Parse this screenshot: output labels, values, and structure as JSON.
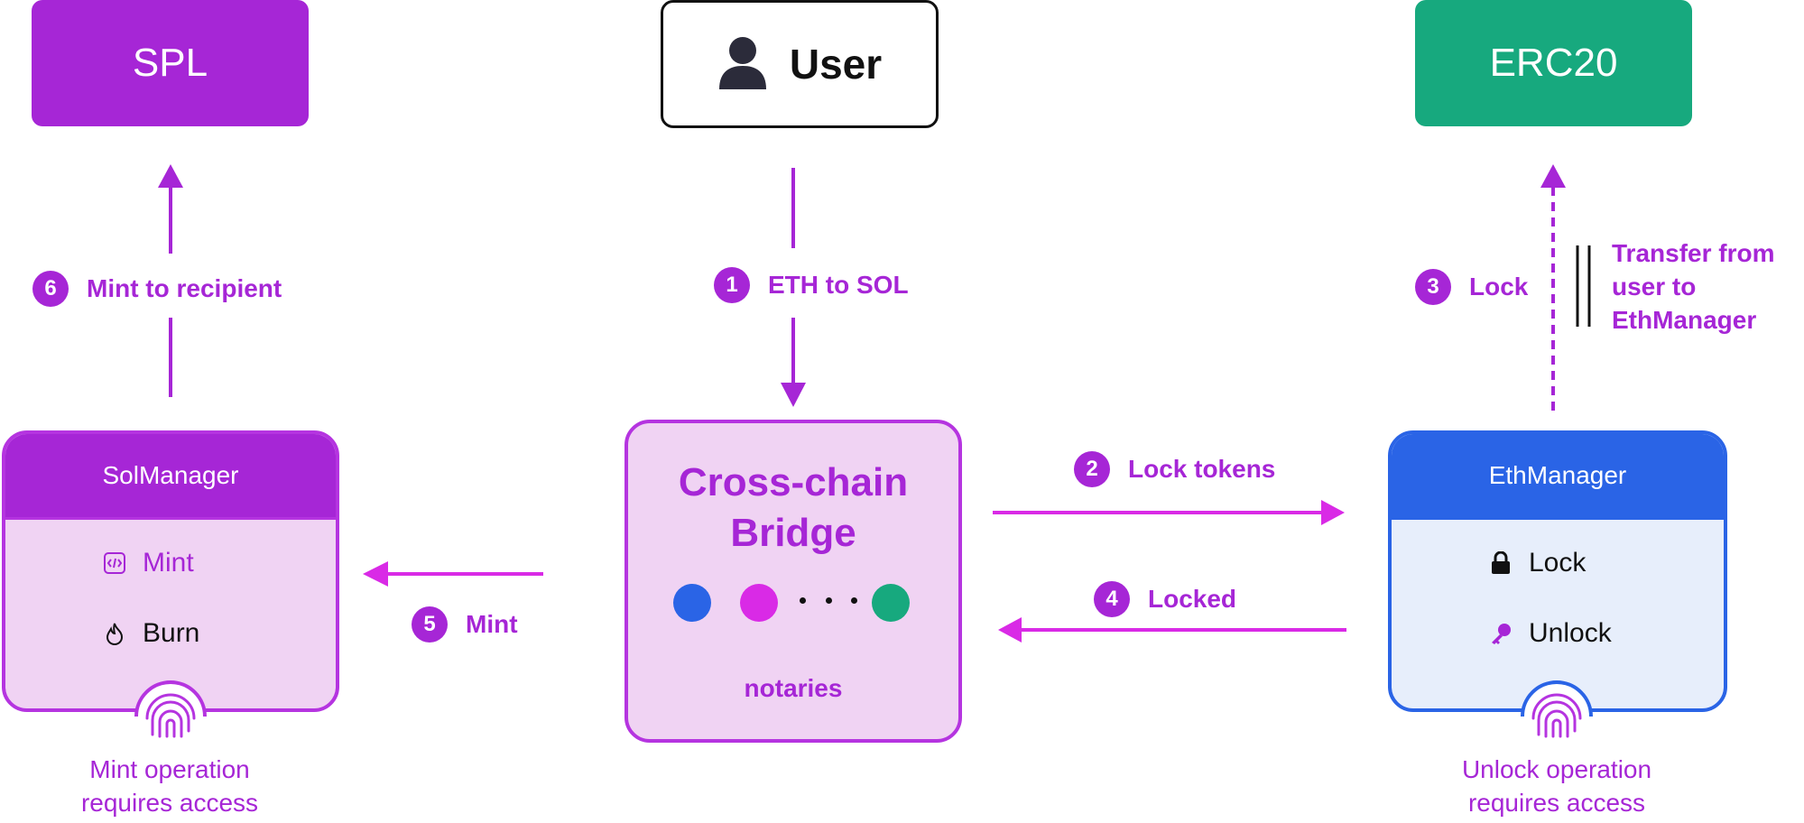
{
  "tokens": {
    "spl": "SPL",
    "erc20": "ERC20"
  },
  "user": {
    "label": "User"
  },
  "bridge": {
    "title_line1": "Cross-chain",
    "title_line2": "Bridge",
    "notaries_label": "notaries"
  },
  "steps": {
    "s1": {
      "num": "1",
      "label": "ETH to SOL"
    },
    "s2": {
      "num": "2",
      "label": "Lock tokens"
    },
    "s3": {
      "num": "3",
      "label": "Lock"
    },
    "s4": {
      "num": "4",
      "label": "Locked"
    },
    "s5": {
      "num": "5",
      "label": "Mint"
    },
    "s6": {
      "num": "6",
      "label": "Mint to recipient"
    }
  },
  "transfer_note": [
    "Transfer from",
    "user to",
    "EthManager"
  ],
  "sol_manager": {
    "title": "SolManager",
    "row1": "Mint",
    "row2": "Burn",
    "caption": [
      "Mint operation",
      "requires access"
    ]
  },
  "eth_manager": {
    "title": "EthManager",
    "row1": "Lock",
    "row2": "Unlock",
    "caption": [
      "Unlock operation",
      "requires access"
    ]
  },
  "colors": {
    "purple": "#a626d6",
    "green": "#17a97e",
    "blue": "#2a64e6",
    "pink": "#d92ae6"
  },
  "icons": [
    "user-icon",
    "code-icon",
    "flame-icon",
    "lock-icon",
    "key-icon",
    "fingerprint-icon"
  ]
}
